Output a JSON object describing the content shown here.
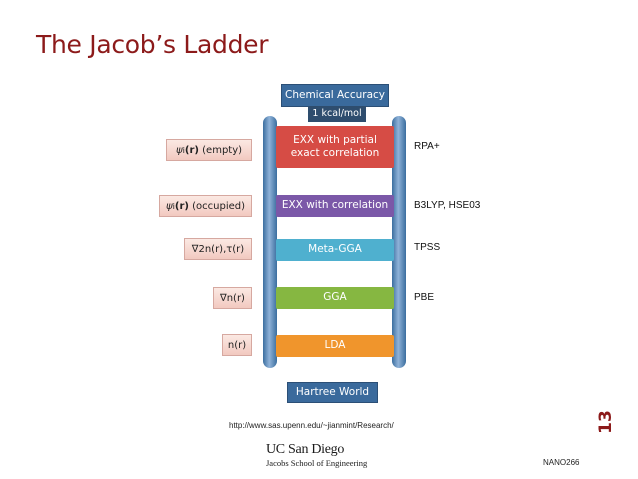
{
  "title": "The Jacob’s Ladder",
  "slide_number": "13",
  "top": {
    "label": "Chemical Accuracy",
    "sublabel": "1 kcal/mol"
  },
  "bottom": {
    "label": "Hartree World"
  },
  "rungs": [
    {
      "label_line1": "EXX with partial",
      "label_line2": "exact correlation",
      "color": "#d64c45",
      "ingredient_symbol": "ψ",
      "ingredient_sub": "i",
      "ingredient_arg": "(r)",
      "ingredient_text": "(empty)",
      "functional": "RPA+"
    },
    {
      "label": "EXX with correlation",
      "color": "#7b58a8",
      "ingredient_symbol": "ψ",
      "ingredient_sub": "i",
      "ingredient_arg": "(r)",
      "ingredient_text": "(occupied)",
      "functional": "B3LYP, HSE03"
    },
    {
      "label": "Meta-GGA",
      "color": "#4fb0cf",
      "ingredient_expr": "∇2n(r),τ(r)",
      "functional": "TPSS"
    },
    {
      "label": "GGA",
      "color": "#86b741",
      "ingredient_expr": "∇n(r)",
      "functional": "PBE"
    },
    {
      "label": "LDA",
      "color": "#f0952c",
      "ingredient_expr": "n(r)"
    }
  ],
  "source_url": "http://www.sas.upenn.edu/~jianmint/Research/",
  "logo": {
    "main": "UC San Diego",
    "sub": "Jacobs School of Engineering"
  },
  "course_code": "NANO266",
  "colors": {
    "title": "#8c1a1a",
    "ladder_blue": "#3a6a9c"
  }
}
